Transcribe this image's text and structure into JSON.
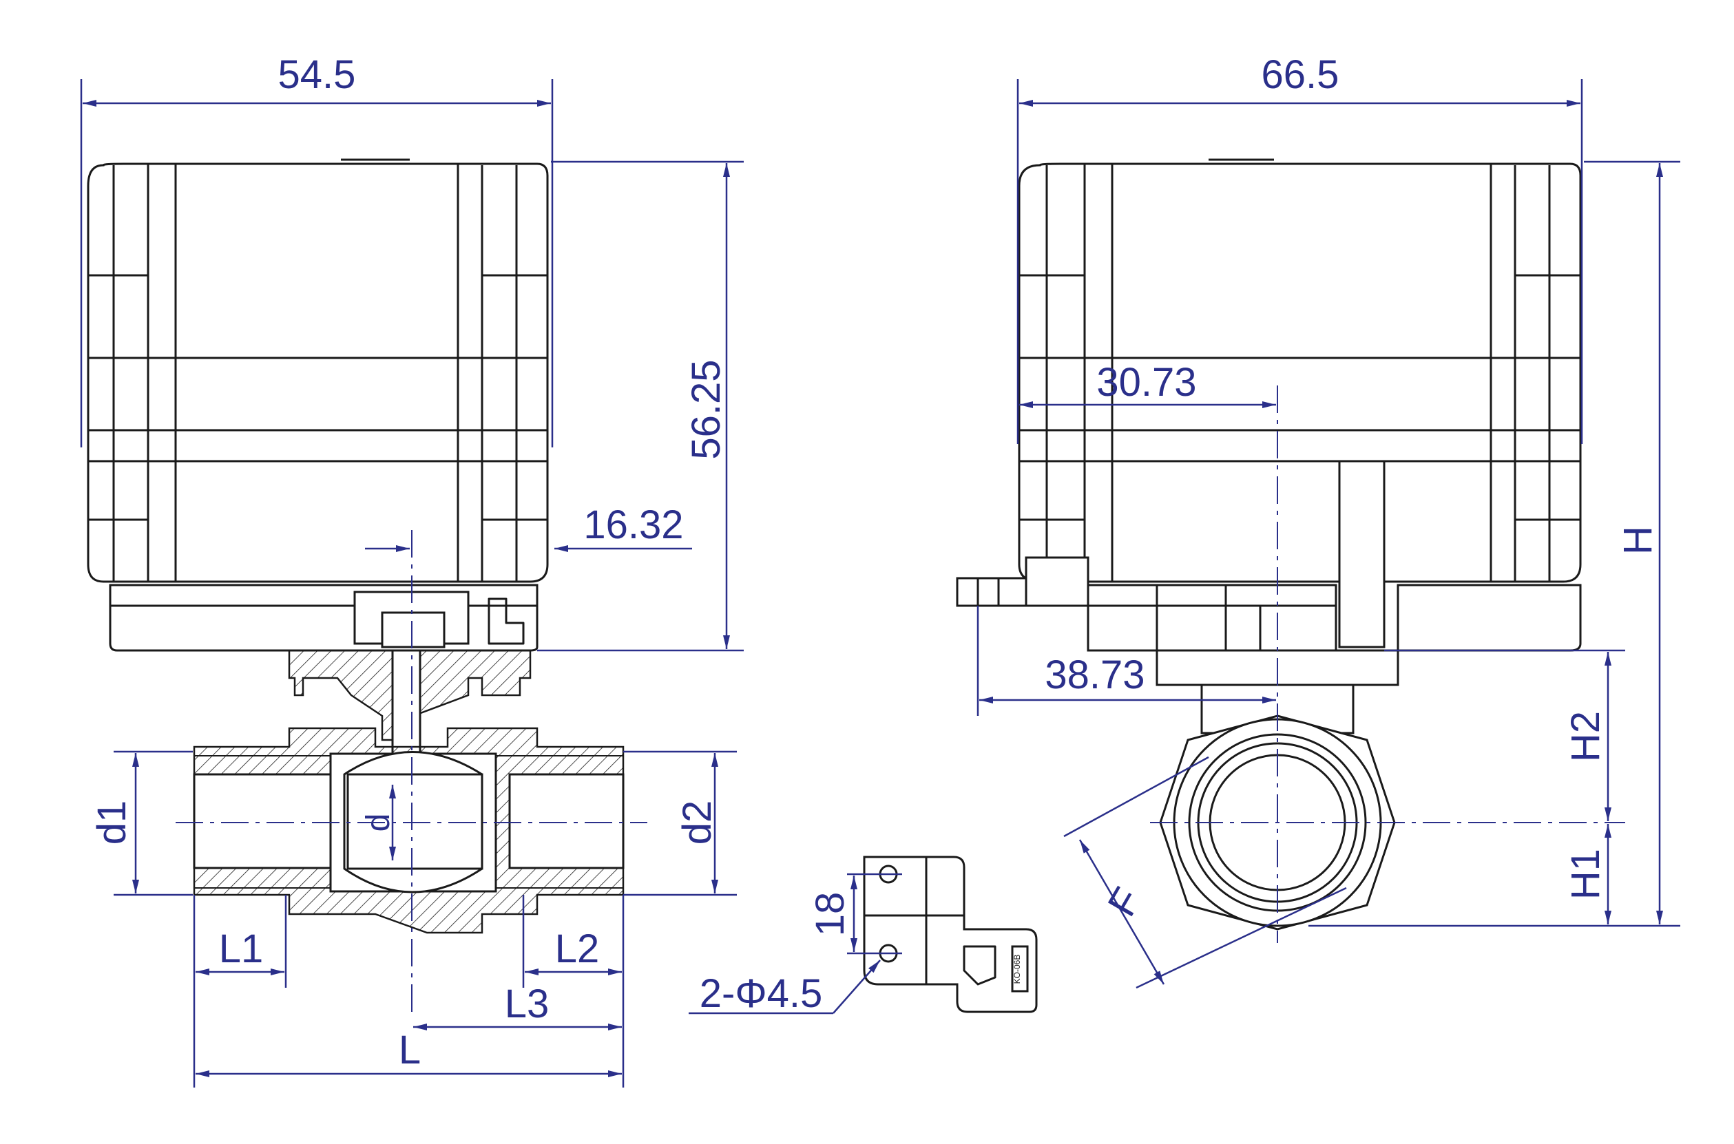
{
  "dimensions": {
    "top_left_width": "54.5",
    "top_right_width": "66.5",
    "height_actuator": "56.25",
    "offset_stem": "16.32",
    "offset_30": "30.73",
    "offset_38": "38.73",
    "total_height": "H",
    "height_h2": "H2",
    "height_h1": "H1",
    "port_d1": "d1",
    "port_d2": "d2",
    "bore_d": "d",
    "length_l1": "L1",
    "length_l2": "L2",
    "length_l3": "L3",
    "length_l": "L",
    "bracket_18": "18",
    "holes": "2-Φ4.5",
    "hex_f": "F"
  },
  "plate_text": "KO-06B"
}
